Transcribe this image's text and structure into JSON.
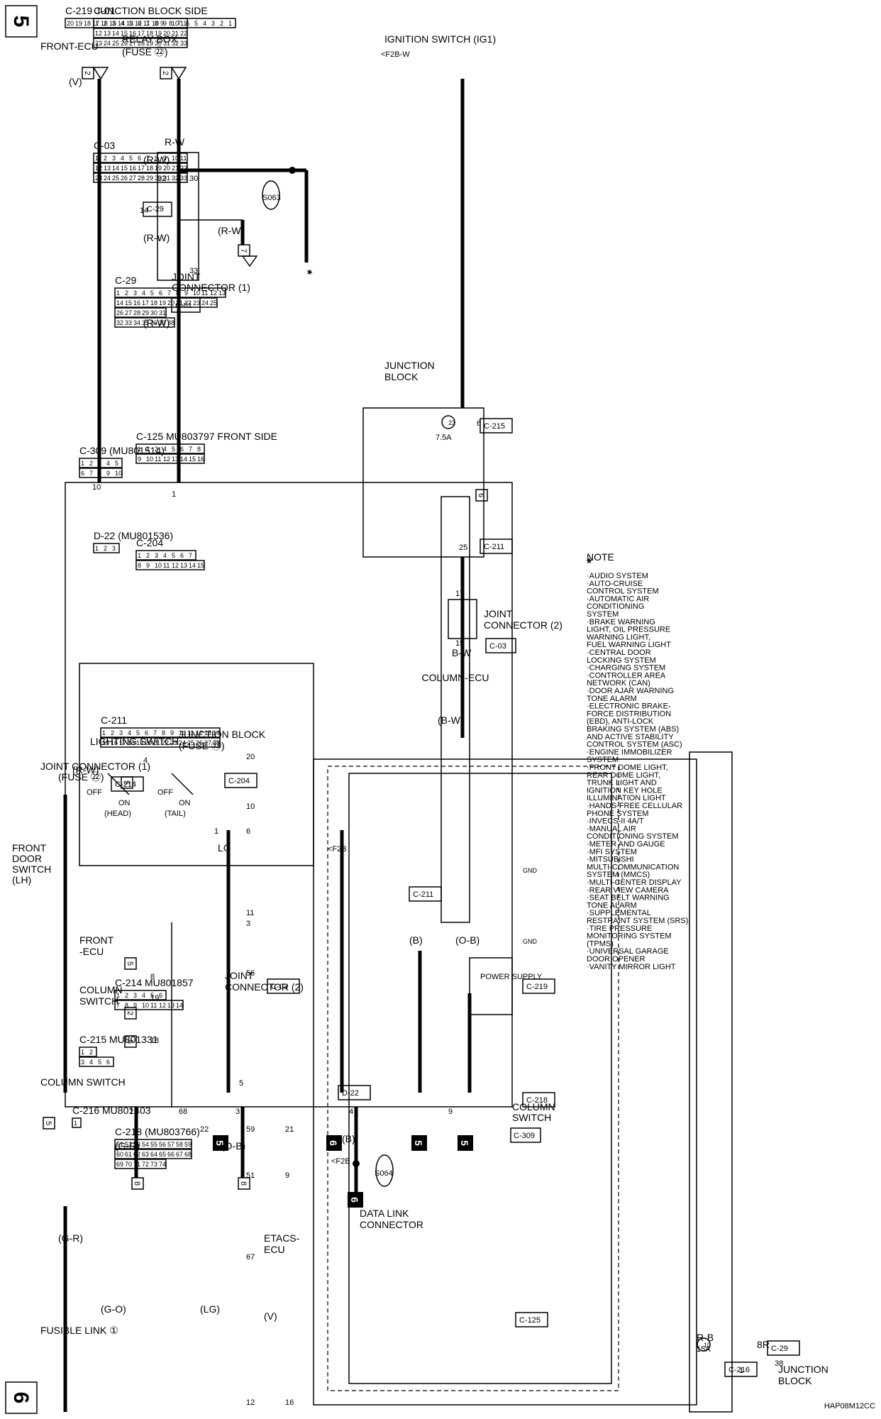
{
  "sheet_labels": {
    "page_left": "5",
    "page_right": "6",
    "drawing_code": "HAP08M12CC"
  },
  "left_panel": {
    "sources": {
      "front_ecu": "FRONT-ECU",
      "relay_box": "RELAY BOX",
      "relay_fuse": "(FUSE ㉒)",
      "ignition_switch": "IGNITION SWITCH (IG1)",
      "ign_tag": "<F2B-W"
    },
    "wires": {
      "v": "(V)",
      "rw": "R-W",
      "rw_p": "(R-W)",
      "gr": "(G-R)",
      "ob": "(O-B)",
      "b": "(B)",
      "bw": "B-W",
      "bw_p": "(B-W)",
      "f2b": "<F2B"
    },
    "pins": {
      "p10": "10",
      "p1": "1",
      "p2": "2",
      "p3": "3",
      "p4": "4",
      "p9": "9",
      "p30": "30",
      "p32": "32",
      "p33": "33",
      "p14": "14",
      "p6": "6",
      "p25": "25",
      "p17": "17",
      "p15": "15"
    },
    "connectors": {
      "c29": "C-29",
      "c01": "C-01",
      "c215": "C-215",
      "c211": "C-211",
      "c03": "C-03",
      "c309": "C-309",
      "s063": "S063",
      "s064": "S064"
    },
    "components": {
      "joint1_a": "JOINT",
      "joint1_b": "CONNECTOR (1)",
      "junction_a": "JUNCTION",
      "junction_b": "BLOCK",
      "fuse_amp": "7.5A",
      "fuse_no": "23",
      "joint2_a": "JOINT",
      "joint2_b": "CONNECTOR (2)",
      "column_switch_a": "COLUMN",
      "column_switch_b": "SWITCH",
      "column_ecu": "COLUMN-ECU",
      "lighting_switch": "LIGHTING SWITCH",
      "off1": "OFF",
      "on1": "ON",
      "head": "(HEAD)",
      "off2": "OFF",
      "on2": "ON",
      "tail": "(TAIL)"
    },
    "ground_refs": {
      "g5": "5",
      "g6": "6",
      "g7": "7",
      "g8": "8"
    },
    "star": "*"
  },
  "notes": {
    "header": "NOTE",
    "star": "*",
    "lines": [
      "·AUDIO SYSTEM",
      "·AUTO-CRUISE",
      " CONTROL SYSTEM",
      "·AUTOMATIC AIR",
      " CONDITIONING",
      " SYSTEM",
      "·BRAKE WARNING",
      " LIGHT, OIL PRESSURE",
      " WARNING LIGHT,",
      " FUEL WARNING LIGHT",
      "·CENTRAL DOOR",
      " LOCKING SYSTEM",
      "·CHARGING SYSTEM",
      "·CONTROLLER AREA",
      " NETWORK (CAN)",
      "·DOOR AJAR WARNING",
      " TONE ALARM",
      "·ELECTRONIC BRAKE-",
      " FORCE DISTRIBUTION",
      " (EBD), ANTI-LOCK",
      " BRAKING SYSTEM (ABS)",
      " AND ACTIVE STABILITY",
      " CONTROL SYSTEM (ASC)",
      "·ENGINE IMMOBILIZER",
      " SYSTEM",
      "·FRONT DOME LIGHT,",
      " REAR DOME LIGHT,",
      " TRUNK LIGHT AND",
      " IGNITION KEY HOLE",
      " ILLUMINATION LIGHT",
      "·HANDS-FREE CELLULAR",
      " PHONE SYSTEM",
      "·INVECS-II 4A/T",
      "·MANUAL AIR",
      " CONDITIONING SYSTEM",
      "·METER AND GAUGE",
      "·MFI SYSTEM",
      "·MITSUBISHI",
      " MULTI-COMMUNICATION",
      " SYSTEM (MMCS)",
      "·MULTI-CENTER DISPLAY",
      "·REAR VIEW CAMERA",
      "·SEAT BELT WARNING",
      " TONE ALARM",
      "·SUPPLEMENTAL",
      " RESTRAINT SYSTEM (SRS)",
      "·TIRE PRESSURE",
      " MONITORING SYSTEM",
      " (TPMS)",
      "·UNIVERSAL GARAGE",
      " DOOR OPENER",
      "·VANITY MIRROR LIGHT"
    ]
  },
  "right_panel": {
    "sources": {
      "joint1": "JOINT CONNECTOR (1)",
      "joint1_fuse": "(FUSE ㉒)",
      "junction": "JUNCTION BLOCK",
      "junction_fuse": "(FUSE ㉓)",
      "column_switch": "COLUMN SWITCH",
      "fusible_link": "FUSIBLE LINK ①"
    },
    "components": {
      "power_supply": "POWER SUPPLY",
      "etacs_a": "ETACS-",
      "etacs_b": "ECU",
      "junction_a": "JUNCTION",
      "junction_b": "BLOCK",
      "front_door_a": "FRONT",
      "front_door_b": "DOOR",
      "front_door_c": "SWITCH",
      "front_door_d": "(LH)",
      "off": "OFF",
      "on": "ON",
      "front_ecu_a": "FRONT",
      "front_ecu_b": "-ECU",
      "col_sw_a": "COLUMN",
      "col_sw_b": "SWITCH",
      "joint2_a": "JOINT",
      "joint2_b": "CONNECTOR (2)",
      "dlc_a": "DATA LINK",
      "dlc_b": "CONNECTOR",
      "gnd": "GND",
      "fuse_amp": "15A",
      "fuse_no": "10"
    },
    "wires": {
      "rw": "(R-W)",
      "lg": "LG",
      "f2b": "<F2B",
      "b": "(B)",
      "ob": "(O-B)",
      "gr": "(G-R)",
      "go": "(G-O)",
      "lg_p": "(LG)",
      "v": "(V)",
      "rb": "R-B",
      "r8": "8R"
    },
    "pins": {
      "p4": "4",
      "p20": "20",
      "p10": "10",
      "p6": "6",
      "p1": "1",
      "p11": "11",
      "p3": "3",
      "p56": "56",
      "p8": "8",
      "p19": "19",
      "p18": "18",
      "p68": "68",
      "p59": "59",
      "p22": "22",
      "p21": "21",
      "p51": "51",
      "p9": "9",
      "p67": "67",
      "p12": "12",
      "p16": "16",
      "p38": "38",
      "p5": "5",
      "p1b": "1"
    },
    "connectors": {
      "c214": "C-214",
      "c204": "C-204",
      "d22": "D-22",
      "c211": "C-211",
      "c219": "C-219",
      "c218": "C-218",
      "c03": "C-03",
      "c125": "C-125",
      "c216": "C-216",
      "c29": "C-29"
    },
    "ground_refs": {
      "g5": "5",
      "g6": "6",
      "g5b": "5",
      "g5c": "5"
    },
    "box_refs": {
      "r5": "5",
      "r5b": "5",
      "r2": "2",
      "r5c": "5",
      "r5d": "5"
    }
  },
  "connector_faces": {
    "c01": {
      "code": "C-01",
      "rows": [
        "1 2 3 4 5 6 7 8 9 10 11",
        "12 13 14 15 16 17 18 19 20 21 22",
        "23 24 25 26 27 28 29 30 31 32 33"
      ]
    },
    "c03": {
      "code": "C-03",
      "rows": [
        "1 2 3 4 5 6 7 8 9 10 11",
        "12 13 14 15 16 17 18 19 20 21 22",
        "23 24 25 26 27 28 29 30 31 32 33"
      ]
    },
    "c219": {
      "code": "C-219",
      "label": "JUNCTION BLOCK SIDE",
      "rows": [
        "20 19 18 17 16 15 14 13 12 11 10 9 8 7 6 5 4 3 2 1"
      ]
    },
    "c29": {
      "code": "C-29",
      "rows": [
        "1 2 3 4 5 6 7 8 9 10 11 12 13",
        "14 15 16 17 18 19 20 21 22 23 24 25",
        "26 27 28 29 30 31",
        "32 33 34 35 36 37 38"
      ]
    },
    "c125": {
      "code": "C-125",
      "part": "MU803797",
      "side": "FRONT SIDE",
      "rows": [
        "1 2 3 4 5 6 7 8",
        "9 10 11 12 13 14 15 16"
      ]
    },
    "c309": {
      "code": "C-309",
      "part": "(MU801514)",
      "rows": [
        "1 2 3 4 5",
        "6 7 8 9 10"
      ]
    },
    "d22": {
      "code": "D-22",
      "part": "(MU801536)",
      "rows": [
        "1 2 3"
      ]
    },
    "c204": {
      "code": "C-204",
      "rows": [
        "1 2 3 4 5 6 7",
        "8 9 10 11 12 13 14 15"
      ]
    },
    "c211": {
      "code": "C-211",
      "rows": [
        "1 2 3 4 5 6 7 8 9 10 11 12 13 14",
        "15 16 17 18 19 20 21 22 23 24 25 26 27 28"
      ]
    },
    "c214": {
      "code": "C-214",
      "part": "MU801857",
      "rows": [
        "1 2 3 4 5 6",
        "7 8 9 10 11 12 13 14"
      ]
    },
    "c215": {
      "code": "C-215",
      "part": "MU801331",
      "rows": [
        "1 2",
        "3 4 5 6"
      ]
    },
    "c216": {
      "code": "C-216",
      "part": "MU801403",
      "rows": [
        "1"
      ]
    },
    "c218": {
      "code": "C-218",
      "part": "(MU803766)",
      "rows": [
        "51 52 53 54 55 56 57 58 59",
        "60 61 62 63 64 65 66 67 68",
        "69 70 71 72 73 74"
      ]
    }
  }
}
